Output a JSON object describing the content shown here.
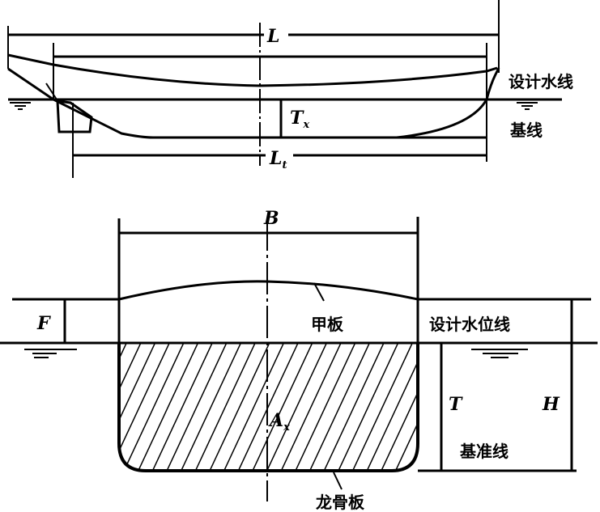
{
  "profile_view": {
    "length_label": "L",
    "waterline_length_label": "L",
    "waterline_length_subscript": "t",
    "draft_label": "T",
    "draft_subscript": "x",
    "design_waterline_label": "设计水线",
    "baseline_label": "基线"
  },
  "section_view": {
    "beam_label": "B",
    "freeboard_label": "F",
    "draft_label": "T",
    "depth_label": "H",
    "area_label": "A",
    "area_subscript": "x",
    "deck_label": "甲板",
    "design_water_level_label": "设计水位线",
    "datum_line_label": "基准线",
    "keel_plate_label": "龙骨板"
  }
}
